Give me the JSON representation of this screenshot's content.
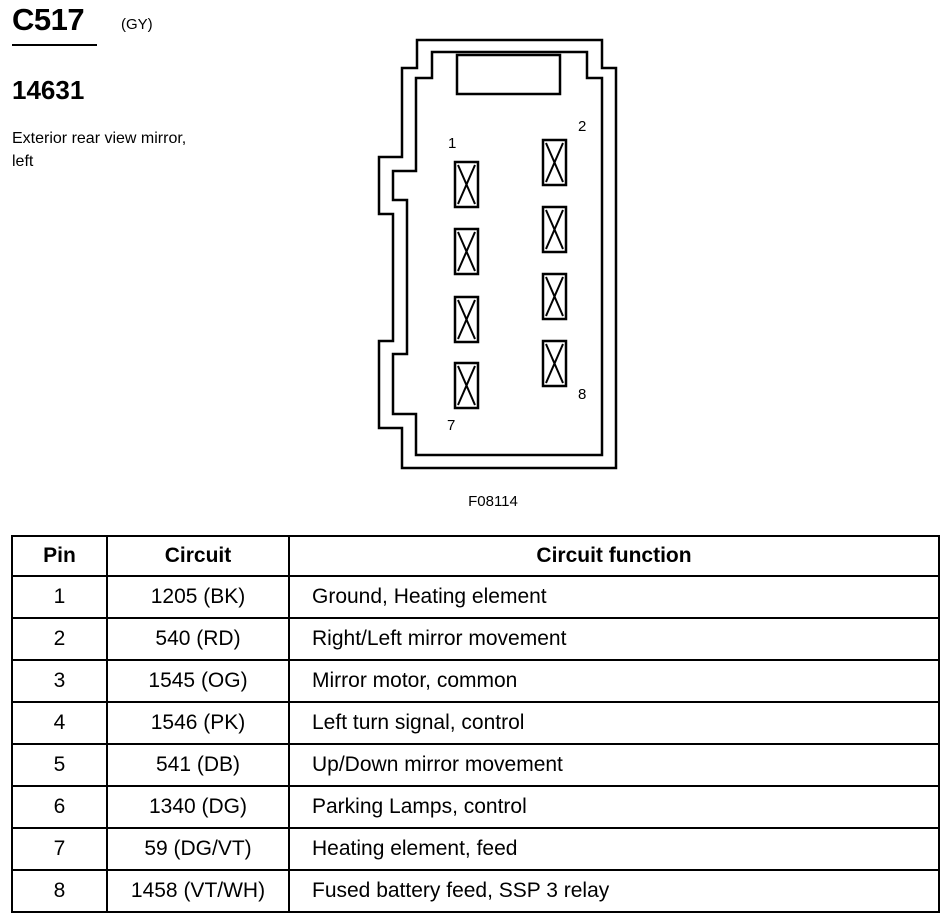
{
  "header": {
    "connector_id": "C517",
    "color_code": "(GY)",
    "part_number": "14631",
    "description": "Exterior rear view mirror, left"
  },
  "diagram": {
    "figure_id": "F08114",
    "pin_labels": [
      "1",
      "2",
      "7",
      "8"
    ]
  },
  "table": {
    "headers": {
      "pin": "Pin",
      "circuit": "Circuit",
      "function": "Circuit function"
    },
    "rows": [
      {
        "pin": "1",
        "circuit": "1205 (BK)",
        "function": "Ground, Heating element"
      },
      {
        "pin": "2",
        "circuit": "540 (RD)",
        "function": "Right/Left mirror movement"
      },
      {
        "pin": "3",
        "circuit": "1545 (OG)",
        "function": "Mirror motor, common"
      },
      {
        "pin": "4",
        "circuit": "1546 (PK)",
        "function": "Left turn signal, control"
      },
      {
        "pin": "5",
        "circuit": "541 (DB)",
        "function": "Up/Down mirror movement"
      },
      {
        "pin": "6",
        "circuit": "1340 (DG)",
        "function": "Parking Lamps, control"
      },
      {
        "pin": "7",
        "circuit": "59 (DG/VT)",
        "function": "Heating element, feed"
      },
      {
        "pin": "8",
        "circuit": "1458 (VT/WH)",
        "function": "Fused battery feed, SSP 3 relay"
      }
    ]
  }
}
